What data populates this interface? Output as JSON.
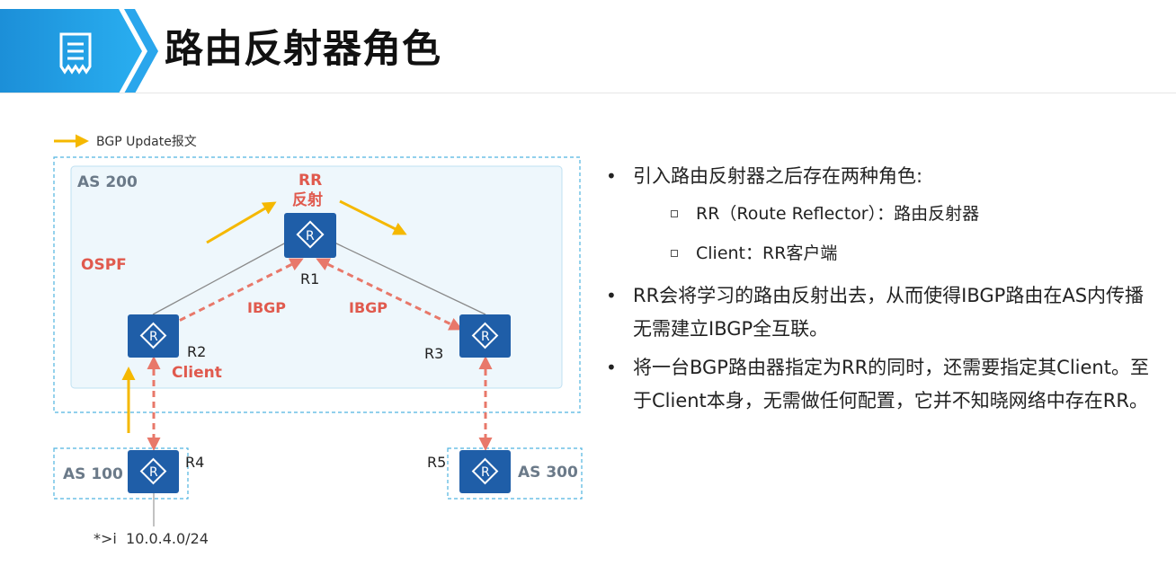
{
  "header": {
    "title": "路由反射器角色",
    "icon": "document-list-icon",
    "accent_color": "#00a2e8"
  },
  "diagram": {
    "legend": "BGP Update报文",
    "areas": {
      "as200": "AS 200",
      "as100": "AS 100",
      "as300": "AS 300",
      "igp": "OSPF"
    },
    "routers": {
      "r1": "R1",
      "r2": "R2",
      "r3": "R3",
      "r4": "R4",
      "r5": "R5",
      "router_glyph": "R"
    },
    "roles": {
      "rr_line1": "RR",
      "rr_line2": "反射",
      "client": "Client"
    },
    "links": {
      "ibgp_left": "IBGP",
      "ibgp_right": "IBGP"
    },
    "route": "*>i  10.0.4.0/24",
    "colors": {
      "router": "#1f5ea8",
      "ibgp": "#e8786a",
      "update_arrow": "#f5b800",
      "as_border": "#4fb3e0",
      "as200_fill": "#eef7fc",
      "label_red": "#e05a4e"
    }
  },
  "bullets": [
    {
      "text": "引入路由反射器之后存在两种角色:",
      "sub": [
        "RR（Route Reflector）：路由反射器",
        "Client：RR客户端"
      ]
    },
    {
      "text": "RR会将学习的路由反射出去，从而使得IBGP路由在AS内传播无需建立IBGP全互联。",
      "sub": []
    },
    {
      "text": "将一台BGP路由器指定为RR的同时，还需要指定其Client。至于Client本身，无需做任何配置，它并不知晓网络中存在RR。",
      "sub": []
    }
  ]
}
